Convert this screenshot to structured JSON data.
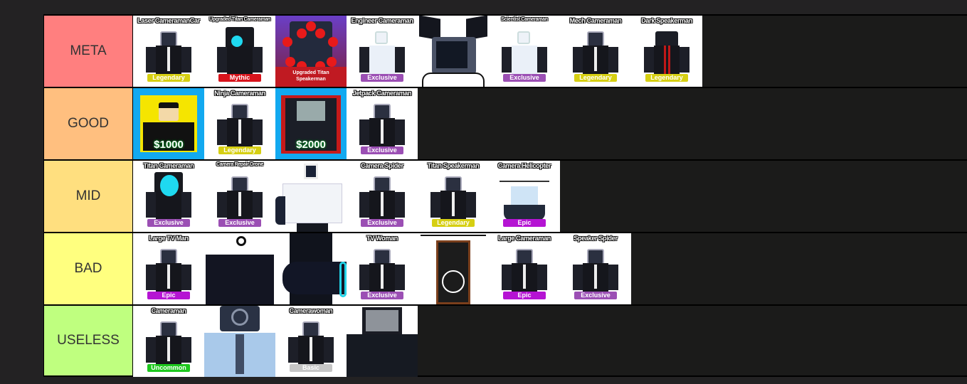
{
  "tiers": [
    {
      "label": "META",
      "color": "#ff7f7f",
      "items": [
        {
          "name": "Laser CameramanCar",
          "badge": "Legendary",
          "kind": "laser-car"
        },
        {
          "name": "Upgraded Titan Cameraman",
          "badge": "Mythic",
          "kind": "titan-cam-up"
        },
        {
          "name": "",
          "badge": "",
          "kind": "upgraded-titan-speakerman",
          "banner": "Upgraded Titan Speakerman"
        },
        {
          "name": "Engineer Cameraman",
          "badge": "Exclusive",
          "kind": "engineer"
        },
        {
          "name": "",
          "badge": "",
          "kind": "tv-spider"
        },
        {
          "name": "Scientist Cameraman",
          "badge": "Exclusive",
          "kind": "scientist"
        },
        {
          "name": "Mech Cameraman",
          "badge": "Legendary",
          "kind": "mech"
        },
        {
          "name": "Dark Speakerman",
          "badge": "Legendary",
          "kind": "dark-speaker"
        }
      ]
    },
    {
      "label": "GOOD",
      "color": "#ffbf7f",
      "items": [
        {
          "name": "",
          "badge": "",
          "kind": "agent-1000",
          "price": "$1000"
        },
        {
          "name": "Ninja Cameraman",
          "badge": "Legendary",
          "kind": "ninja"
        },
        {
          "name": "",
          "badge": "",
          "kind": "tv-2000",
          "price": "$2000"
        },
        {
          "name": "Jetpack Cameraman",
          "badge": "Exclusive",
          "kind": "jetpack"
        }
      ]
    },
    {
      "label": "MID",
      "color": "#ffdf7f",
      "items": [
        {
          "name": "Titan Cameraman",
          "badge": "Exclusive",
          "kind": "titan-cam"
        },
        {
          "name": "Camera Repair Drone",
          "badge": "Exclusive",
          "kind": "drone"
        },
        {
          "name": "",
          "badge": "",
          "kind": "scientist-large"
        },
        {
          "name": "Camera Spider",
          "badge": "Exclusive",
          "kind": "cam-spider"
        },
        {
          "name": "Titan Speakerman",
          "badge": "Legendary",
          "kind": "titan-speaker"
        },
        {
          "name": "Camera Helicopter",
          "badge": "Epic",
          "kind": "helicopter"
        }
      ]
    },
    {
      "label": "BAD",
      "color": "#ffff7f",
      "items": [
        {
          "name": "Large TV Man",
          "badge": "Epic",
          "kind": "large-tv"
        },
        {
          "name": "",
          "badge": "",
          "kind": "speaker-suit"
        },
        {
          "name": "",
          "badge": "",
          "kind": "cam-closeup"
        },
        {
          "name": "TV Woman",
          "badge": "Exclusive",
          "kind": "tv-woman"
        },
        {
          "name": "",
          "badge": "",
          "kind": "speaker-box"
        },
        {
          "name": "Large Cameraman",
          "badge": "Epic",
          "kind": "large-cam"
        },
        {
          "name": "Speaker Spider",
          "badge": "Exclusive",
          "kind": "speaker-spider"
        }
      ]
    },
    {
      "label": "USELESS",
      "color": "#bfff7f",
      "items": [
        {
          "name": "Cameraman",
          "badge": "Uncommon",
          "kind": "cameraman"
        },
        {
          "name": "",
          "badge": "",
          "kind": "speaker-blue"
        },
        {
          "name": "Camerawoman",
          "badge": "Basic",
          "kind": "camerawoman"
        },
        {
          "name": "",
          "badge": "",
          "kind": "tv-suit"
        }
      ]
    }
  ],
  "badge_colors": {
    "Legendary": "#d6cf12",
    "Mythic": "#d8141c",
    "Exclusive": "#9b4fb4",
    "Epic": "#b514d3",
    "Uncommon": "#1ec81e",
    "Basic": "#c6c6c6"
  }
}
